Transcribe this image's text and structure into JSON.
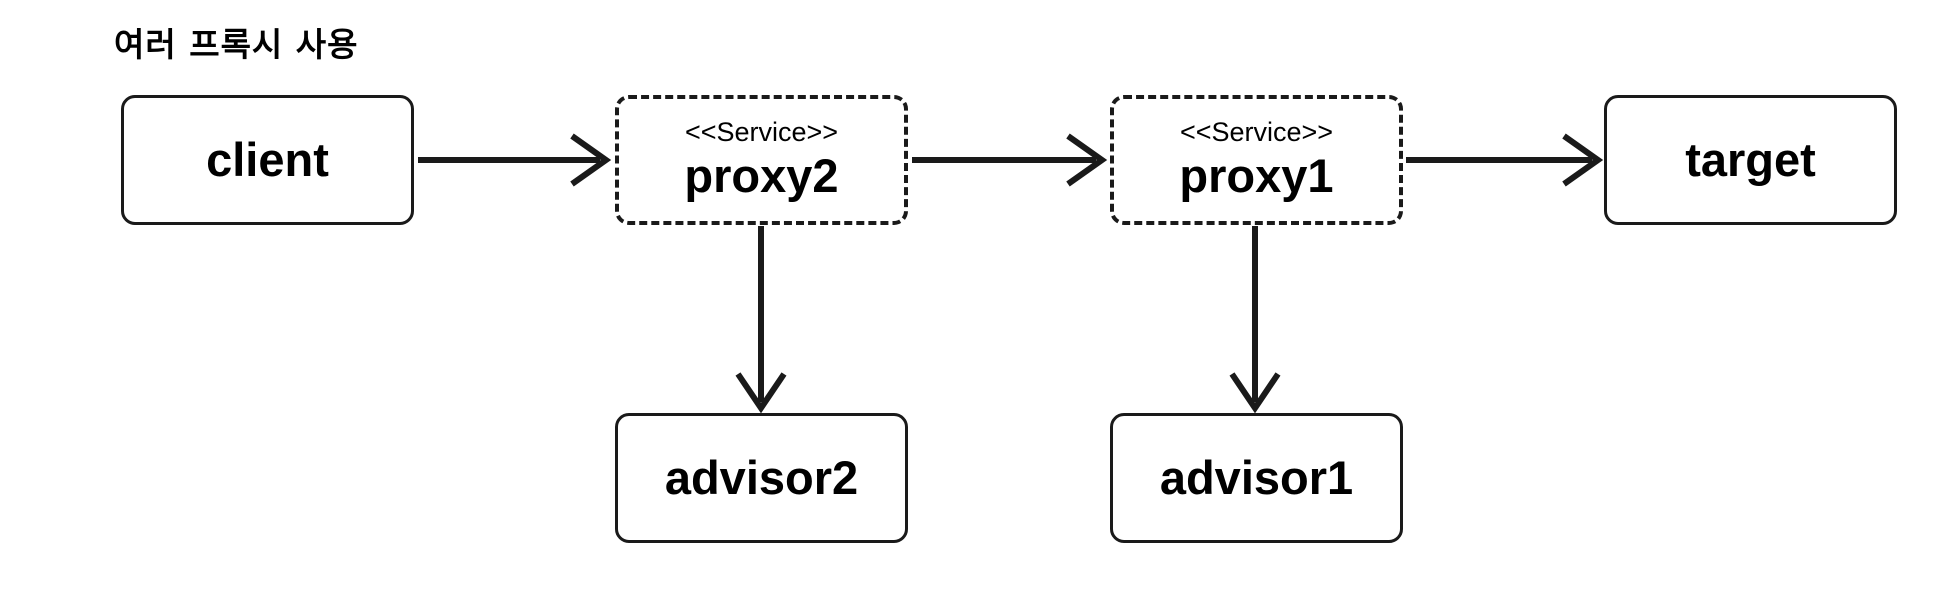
{
  "title": "여러 프록시 사용",
  "nodes": {
    "client": {
      "label": "client"
    },
    "proxy2": {
      "stereotype": "<<Service>>",
      "label": "proxy2"
    },
    "proxy1": {
      "stereotype": "<<Service>>",
      "label": "proxy1"
    },
    "target": {
      "label": "target"
    },
    "advisor2": {
      "label": "advisor2"
    },
    "advisor1": {
      "label": "advisor1"
    }
  },
  "edges": [
    {
      "from": "client",
      "to": "proxy2"
    },
    {
      "from": "proxy2",
      "to": "proxy1"
    },
    {
      "from": "proxy1",
      "to": "target"
    },
    {
      "from": "proxy2",
      "to": "advisor2"
    },
    {
      "from": "proxy1",
      "to": "advisor1"
    }
  ],
  "colors": {
    "stroke": "#1a1a1a",
    "background": "#ffffff"
  }
}
